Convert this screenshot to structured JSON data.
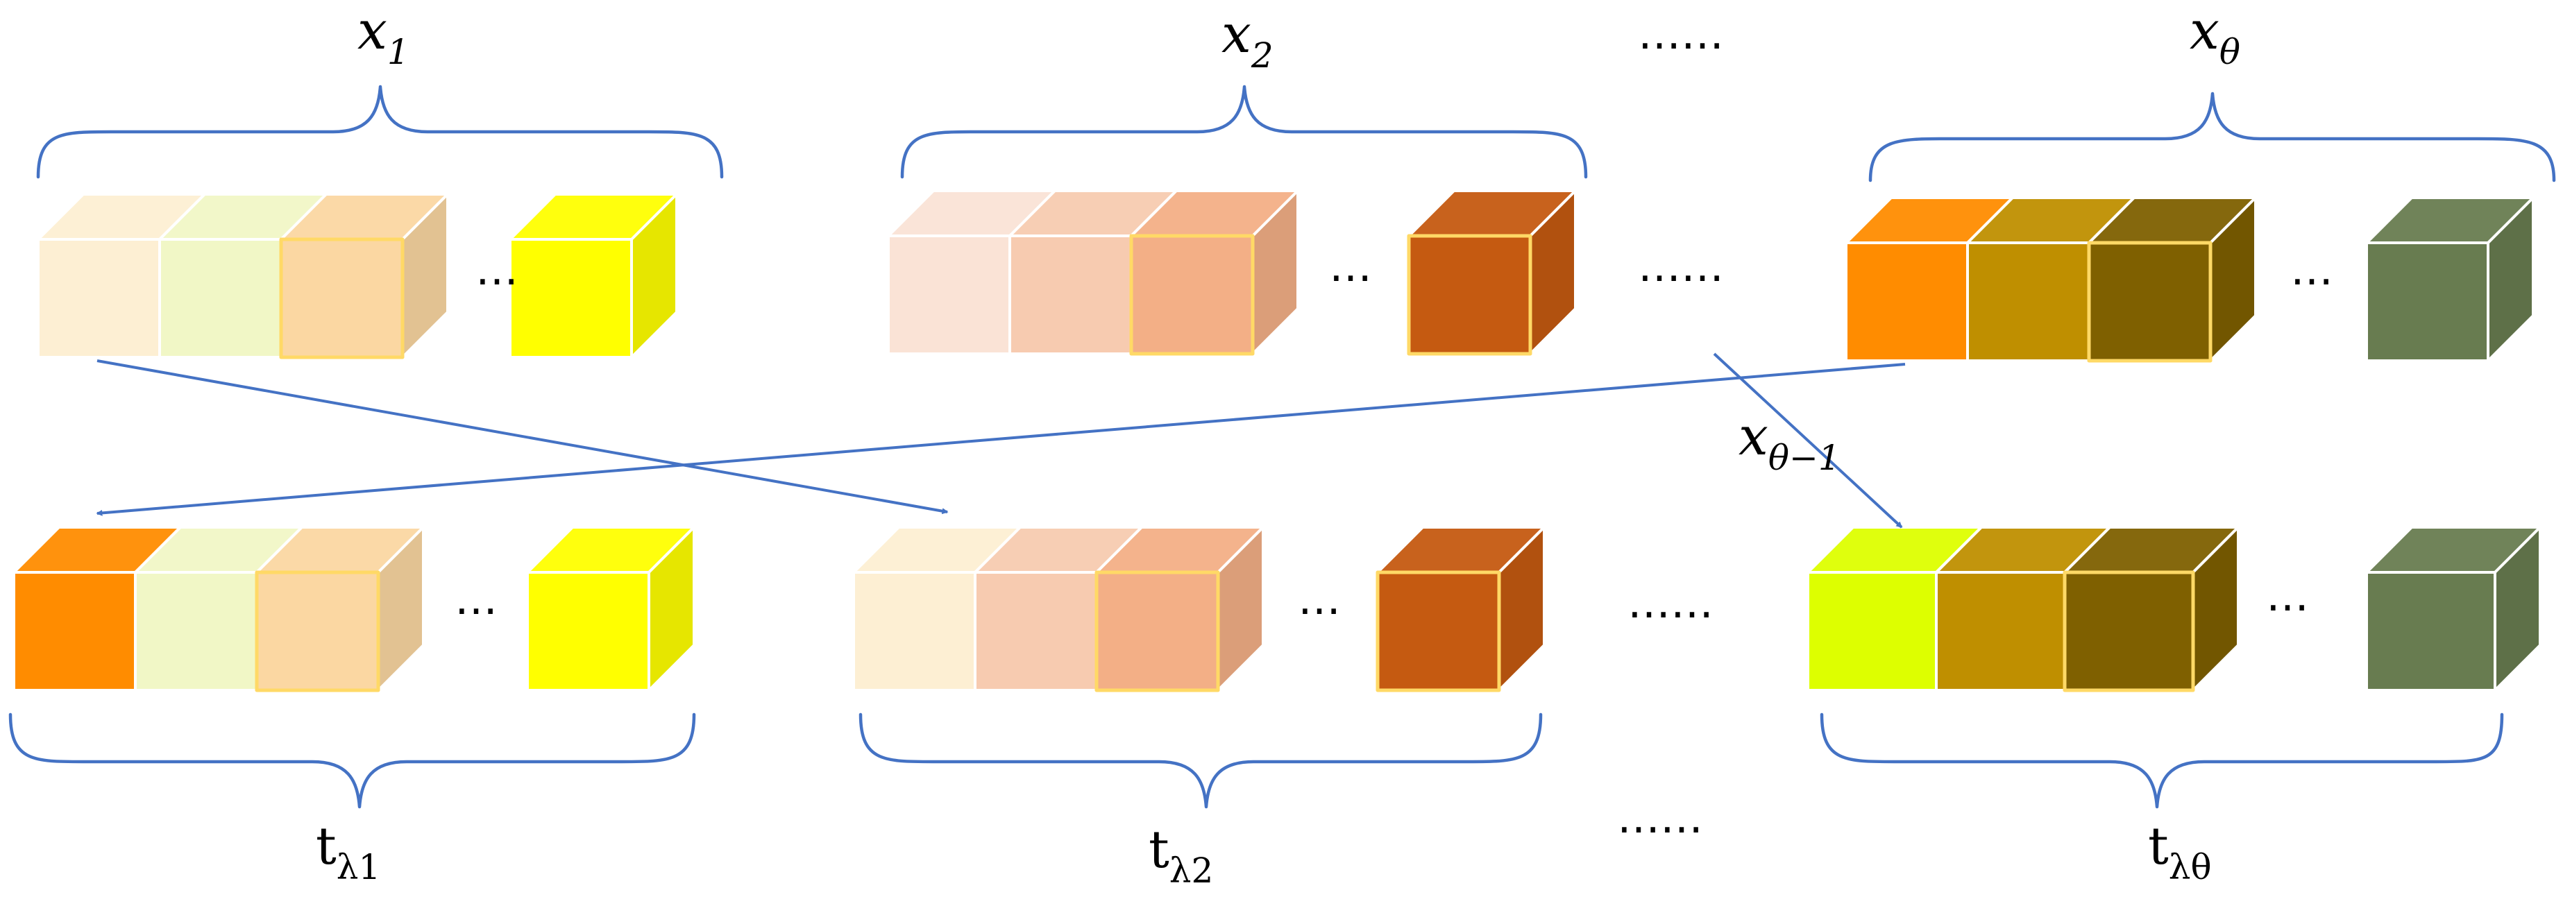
{
  "labels": {
    "x1": {
      "base": "x",
      "sub": "1"
    },
    "x2": {
      "base": "x",
      "sub": "2"
    },
    "xtheta": {
      "base": "x",
      "sub": "θ"
    },
    "xtheta_minus_1": {
      "base": "x",
      "sub": "θ−1"
    },
    "t1": {
      "base": "t",
      "sub": "λ1"
    },
    "t2": {
      "base": "t",
      "sub": "λ2"
    },
    "ttheta": {
      "base": "t",
      "sub": "λθ"
    }
  },
  "ellipsis": {
    "inner": "…",
    "between": "……"
  },
  "cube_colors": {
    "x1": [
      "#FDEFD3",
      "#F1F7C6",
      "#FBD7A2",
      "#FFFF00"
    ],
    "x2": [
      "#FAE3D6",
      "#F7CBB0",
      "#F3AF86",
      "#C55A11"
    ],
    "xtheta": [
      "#FF8C00",
      "#BF8F00",
      "#7F6000",
      "#687C50"
    ],
    "t1": [
      "#FF8C00",
      "#F1F7C6",
      "#FBD7A2",
      "#FFFF00"
    ],
    "t2": [
      "#FDEFD3",
      "#F7CBB0",
      "#F3AF86",
      "#C55A11"
    ],
    "ttheta": [
      "#DDFF00",
      "#BF8F00",
      "#7F6000",
      "#687C50"
    ]
  },
  "colors": {
    "arrow": "#4472C4",
    "brace": "#4472C4",
    "cube_edge": "#FFFFFF",
    "highlight_edge": "#FFD966"
  }
}
